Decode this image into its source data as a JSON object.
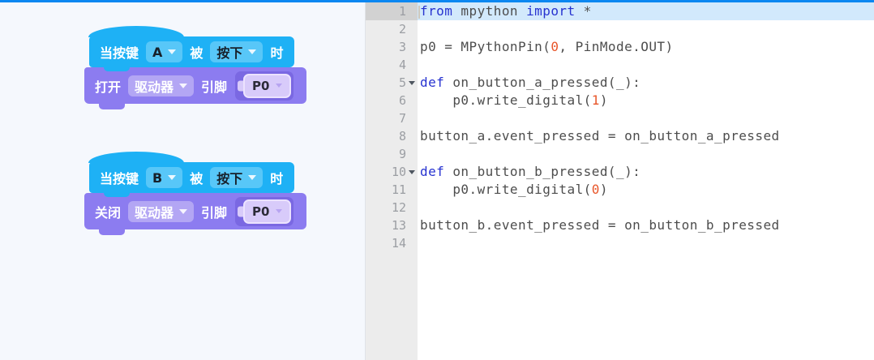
{
  "app": {
    "accent_color": "#0c87f1",
    "workspace_bg": "#f5f8fd"
  },
  "blocks": {
    "hat_color": "#1eb1f5",
    "command_color": "#8c7cf0",
    "stack1": {
      "hat": {
        "label_when": "当按键",
        "button": "A",
        "label_be": "被",
        "state": "按下",
        "label_time": "时"
      },
      "cmd": {
        "action": "打开",
        "target": "驱动器",
        "label_pin": "引脚",
        "pin": "P0"
      }
    },
    "stack2": {
      "hat": {
        "label_when": "当按键",
        "button": "B",
        "label_be": "被",
        "state": "按下",
        "label_time": "时"
      },
      "cmd": {
        "action": "关闭",
        "target": "驱动器",
        "label_pin": "引脚",
        "pin": "P0"
      }
    }
  },
  "editor": {
    "colors": {
      "keyword": "#2733d0",
      "number": "#e8562a",
      "plain": "#4d4d4d",
      "active_line_bg": "#d2e9fc",
      "active_gutter_bg": "#d2d2d2",
      "gutter_bg": "#ececec",
      "gutter_fg": "#9b9ea3"
    },
    "lines": [
      {
        "no": "1",
        "active": true,
        "fold": false,
        "tokens": [
          [
            "kw",
            "from"
          ],
          [
            "pl",
            " mpython "
          ],
          [
            "kw",
            "import"
          ],
          [
            "pl",
            " *"
          ]
        ]
      },
      {
        "no": "2",
        "fold": false,
        "tokens": []
      },
      {
        "no": "3",
        "fold": false,
        "tokens": [
          [
            "pl",
            "p0 = MPythonPin("
          ],
          [
            "num",
            "0"
          ],
          [
            "pl",
            ", PinMode.OUT)"
          ]
        ]
      },
      {
        "no": "4",
        "fold": false,
        "tokens": []
      },
      {
        "no": "5",
        "fold": true,
        "tokens": [
          [
            "kw",
            "def"
          ],
          [
            "pl",
            " on_button_a_pressed(_):"
          ]
        ]
      },
      {
        "no": "6",
        "fold": false,
        "tokens": [
          [
            "pl",
            "    p0.write_digital("
          ],
          [
            "num",
            "1"
          ],
          [
            "pl",
            ")"
          ]
        ]
      },
      {
        "no": "7",
        "fold": false,
        "tokens": []
      },
      {
        "no": "8",
        "fold": false,
        "tokens": [
          [
            "pl",
            "button_a.event_pressed = on_button_a_pressed"
          ]
        ]
      },
      {
        "no": "9",
        "fold": false,
        "tokens": []
      },
      {
        "no": "10",
        "fold": true,
        "tokens": [
          [
            "kw",
            "def"
          ],
          [
            "pl",
            " on_button_b_pressed(_):"
          ]
        ]
      },
      {
        "no": "11",
        "fold": false,
        "tokens": [
          [
            "pl",
            "    p0.write_digital("
          ],
          [
            "num",
            "0"
          ],
          [
            "pl",
            ")"
          ]
        ]
      },
      {
        "no": "12",
        "fold": false,
        "tokens": []
      },
      {
        "no": "13",
        "fold": false,
        "tokens": [
          [
            "pl",
            "button_b.event_pressed = on_button_b_pressed"
          ]
        ]
      },
      {
        "no": "14",
        "fold": false,
        "tokens": []
      }
    ]
  }
}
